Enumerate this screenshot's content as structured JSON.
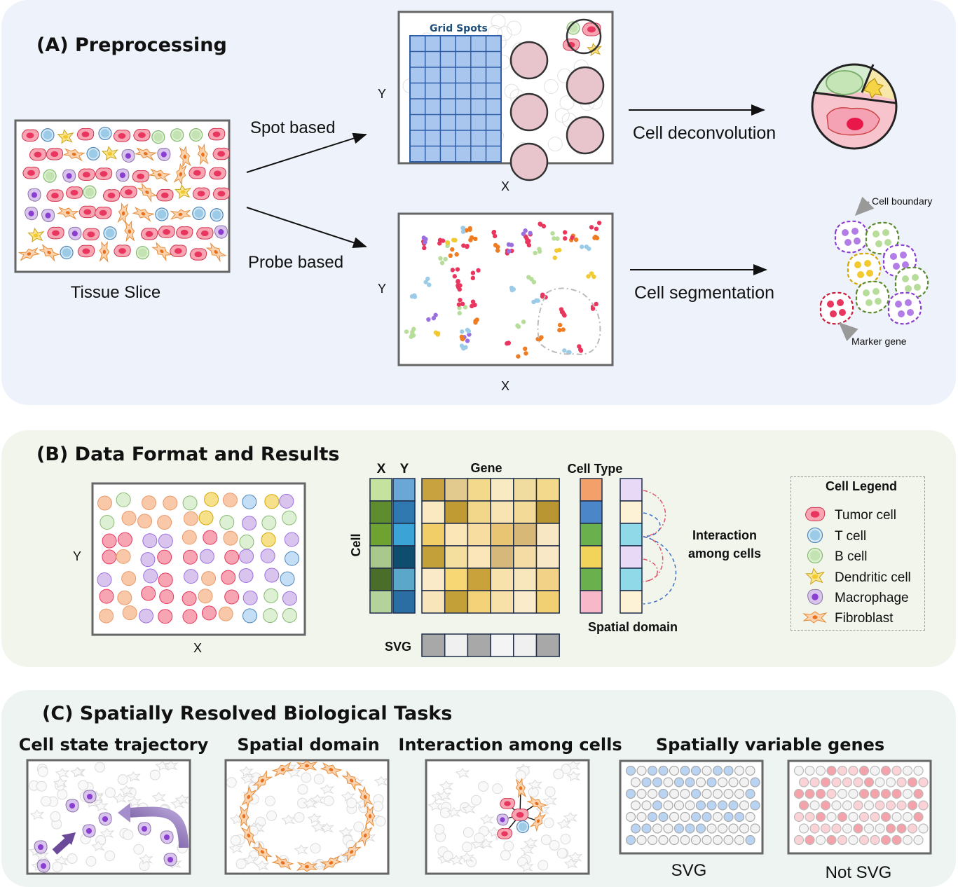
{
  "panelA": {
    "title": "(A) Preprocessing",
    "tissue_label": "Tissue Slice",
    "spot_label": "Spot based",
    "probe_label": "Probe based",
    "grid_label": "Grid Spots",
    "axis_x": "X",
    "axis_y": "Y",
    "deconv_label": "Cell deconvolution",
    "segment_label": "Cell segmentation",
    "cell_boundary_label": "Cell boundary",
    "marker_gene_label": "Marker gene"
  },
  "panelB": {
    "title": "(B) Data Format and Results",
    "axis_x": "X",
    "axis_y": "Y",
    "col_x": "X",
    "col_y": "Y",
    "gene_label": "Gene",
    "cell_type_label": "Cell Type",
    "cell_label": "Cell",
    "svg_label": "SVG",
    "spatial_domain_label": "Spatial domain",
    "interaction_label_1": "Interaction",
    "interaction_label_2": "among cells",
    "legend": {
      "title": "Cell Legend",
      "items": [
        "Tumor cell",
        "T cell",
        "B cell",
        "Dendritic cell",
        "Macrophage",
        "Fibroblast"
      ]
    }
  },
  "panelC": {
    "title": "(C) Spatially Resolved Biological Tasks",
    "tasks": [
      "Cell state trajectory",
      "Spatial domain",
      "Interaction among cells",
      "Spatially variable genes"
    ],
    "svg_caption": "SVG",
    "not_svg_caption": "Not SVG"
  },
  "colors": {
    "tumor": "#e8365f",
    "tumor_fill": "#f7a5b3",
    "tcell": "#9ccbe8",
    "bcell": "#c3e3b2",
    "dendritic": "#f2c92e",
    "macrophage": "#8b3fd0",
    "macrophage_fill": "#d9c4ee",
    "fibroblast": "#f4a66b",
    "grid_blue": "#a8c6ee",
    "spot_pink": "#e8c4cc"
  }
}
